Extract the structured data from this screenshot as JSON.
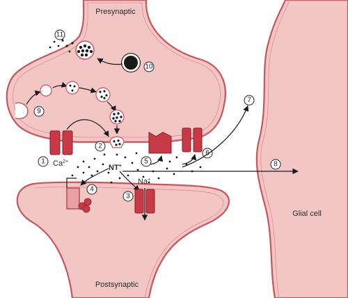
{
  "labels": {
    "presynaptic": "Presynaptic",
    "postsynaptic": "Postsynaptic",
    "glial_cell": "Glial cell",
    "calcium": "Ca",
    "calcium_charge": "2+",
    "neurotransmitter": "NT",
    "neurotransmitter_charge": "+",
    "sodium": "Na",
    "sodium_charge": "+"
  },
  "steps": [
    "1",
    "2",
    "3",
    "4",
    "5",
    "6",
    "7",
    "8",
    "9",
    "10",
    "11"
  ],
  "colors": {
    "membrane_fill": "#f2c6c4",
    "membrane_stroke": "#c9545a",
    "channel": "#c83a45",
    "channel_dark": "#9e2732",
    "enzyme": "#d9707a",
    "receptor_light": "#e9a0a4"
  }
}
